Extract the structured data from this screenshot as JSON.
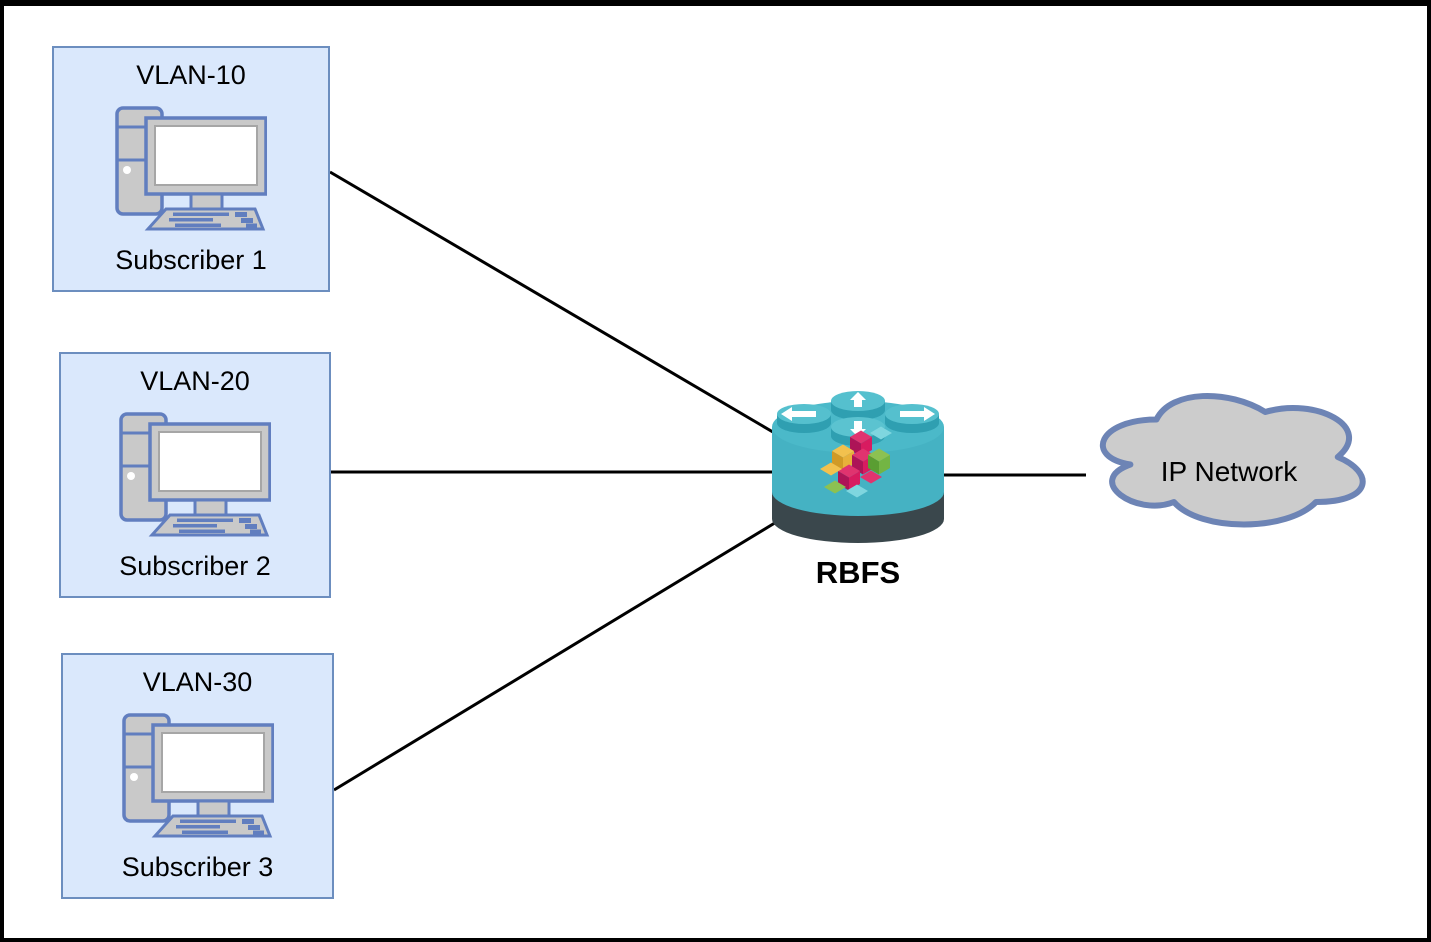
{
  "diagram": {
    "subscribers": [
      {
        "vlan": "VLAN-10",
        "label": "Subscriber 1",
        "icon": "desktop-computer-icon"
      },
      {
        "vlan": "VLAN-20",
        "label": "Subscriber 2",
        "icon": "desktop-computer-icon"
      },
      {
        "vlan": "VLAN-30",
        "label": "Subscriber 3",
        "icon": "desktop-computer-icon"
      }
    ],
    "router": {
      "label": "RBFS",
      "icon": "router-icon"
    },
    "cloud": {
      "label": "IP Network",
      "icon": "cloud-icon"
    },
    "connections": [
      {
        "from": "Subscriber 1",
        "to": "RBFS"
      },
      {
        "from": "Subscriber 2",
        "to": "RBFS"
      },
      {
        "from": "Subscriber 3",
        "to": "RBFS"
      },
      {
        "from": "RBFS",
        "to": "IP Network"
      }
    ],
    "colors": {
      "subscriber_box_fill": "#dae8fc",
      "subscriber_box_border": "#6c8ebf",
      "computer_icon_fill": "#c9c9c9",
      "computer_icon_stroke": "#617ebf",
      "cloud_fill": "#cccccc",
      "cloud_border": "#6d84b5",
      "router_teal": "#4bb9c9",
      "router_base": "#3a474c",
      "connection_line": "#000000"
    }
  }
}
